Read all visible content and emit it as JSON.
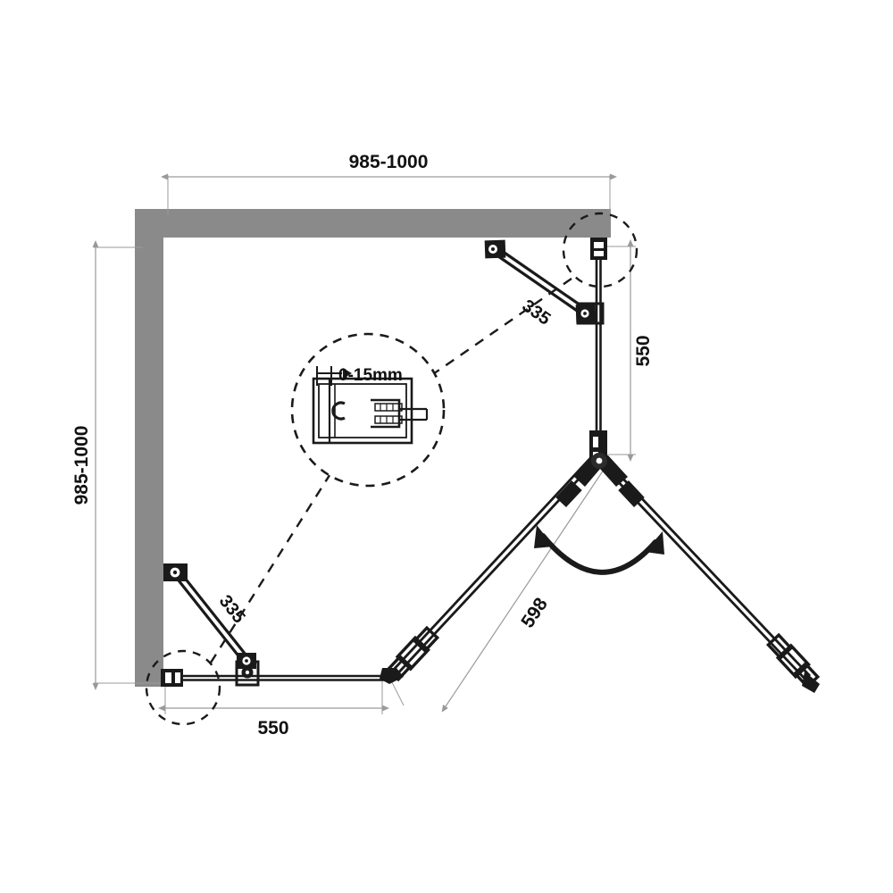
{
  "drawing": {
    "title": "Pentagonal corner shower enclosure plan view",
    "type": "technical-dimension-drawing",
    "units": "mm",
    "colors": {
      "wall": "#8a8a8a",
      "line": "#1a1a1a",
      "dimension_line": "#9a9a9a",
      "glass_fill": "#ffffff",
      "background": "#ffffff"
    }
  },
  "dimensions": {
    "top_width": "985-1000",
    "left_height": "985-1000",
    "right_vertical": "550",
    "bottom_horizontal": "550",
    "top_support_bar": "335",
    "bottom_support_bar": "335",
    "door_panel_diagonal": "598"
  },
  "detail_callout": {
    "label": "0-15mm",
    "description": "wall profile adjustment range cross-section"
  },
  "annotations": {
    "swing_arc": "bi-directional door swing indicator"
  },
  "components": {
    "wall_top": "top wall",
    "wall_left": "left wall",
    "fixed_panel_right": "right fixed glass panel",
    "fixed_panel_bottom": "bottom fixed glass panel",
    "door_panel_left": "left door leaf",
    "door_panel_right": "right door leaf",
    "support_bar_top": "top stabiliser bar",
    "support_bar_bottom": "bottom stabiliser bar",
    "handle_left": "left door handle",
    "handle_right": "right door handle",
    "pivot_hinge": "central pivot hinge"
  }
}
